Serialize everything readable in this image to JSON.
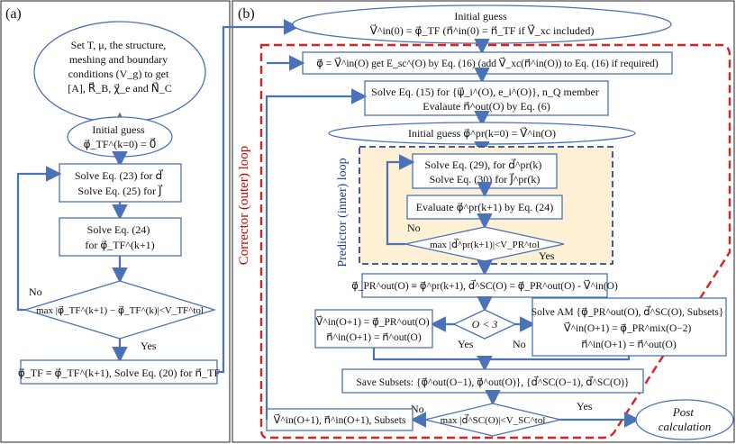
{
  "panel_a": {
    "label": "(a)",
    "setup": [
      "Set T, μ, the structure,",
      "meshing and boundary",
      "conditions (V_g) to get",
      "[A], R⃗_B, χ⃗_e and N⃗_C"
    ],
    "initial_guess": [
      "Initial guess",
      "φ⃗_TF^(k=0) = 0⃗"
    ],
    "solve_23_25": [
      "Solve Eq. (23) for d⃗",
      "Solve Eq. (25) for J⃗"
    ],
    "solve_24": [
      "Solve Eq. (24)",
      "for φ⃗_TF^(k+1)"
    ],
    "converge": "max |φ⃗_TF^(k+1) − φ⃗_TF^(k)|<V_TF^tol",
    "no": "No",
    "yes": "Yes",
    "final": "φ⃗_TF ≡ φ⃗_TF^(k+1), Solve Eq. (20) for n⃗_TF"
  },
  "panel_b": {
    "label": "(b)",
    "initial_guess": [
      "Initial guess",
      "V⃗^in(0) = φ⃗_TF (n⃗^in(0) = n⃗_TF if V⃗_xc included)"
    ],
    "phi_step": "φ⃗ = V⃗^in(O) get E_sc^(O) by Eq. (16)  (add V⃗_xc(n⃗^in(O)) to Eq. (16) if required)",
    "solve_15": [
      "Solve Eq. (15) for {ψ⃗_i^(O), e_i^(O)}, n_Q member",
      "Evalaute n⃗^out(O) by Eq. (6)"
    ],
    "pr_guess": "Initial guess φ⃗^pr(k=0) = V⃗^in(O)",
    "solve_29_30": [
      "Solve Eq. (29), for d⃗^pr(k)",
      "Solve Eq. (30) for J⃗^pr(k)"
    ],
    "evaluate_24": "Evaluate φ⃗^pr(k+1) by Eq. (24)",
    "pr_converge": "max |d⃗^pr(k+1)|<V_PR^tol",
    "no": "No",
    "yes": "Yes",
    "pr_assign": "φ⃗_PR^out(O) ≡ φ⃗^pr(k+1),  d⃗^SC(O) = φ⃗_PR^out(O) - V⃗^in(O)",
    "update_simple": [
      "V⃗^in(O+1) = φ⃗_PR^out(O)",
      "n⃗^in(O+1) = n⃗^out(O)"
    ],
    "cond": "O < 3",
    "yes2": "Yes",
    "no2": "No",
    "solve_am": [
      "Solve AM {φ⃗_PR^out(O), d⃗^SC(O), Subsets}",
      "V⃗^in(O+1) = φ⃗_PR^mix(O−2)",
      "n⃗^in(O+1) = n⃗^out(O)"
    ],
    "save": "Save Subsets: {φ⃗^out(O−1), φ⃗^out(O)}, {d⃗^SC(O−1), d⃗^SC(O)}",
    "sc_converge": "max |d⃗^SC(O)|<V_SC^tol",
    "no3": "No",
    "yes3": "Yes",
    "next": "V⃗^in(O+1), n⃗^in(O+1), Subsets",
    "post": [
      "Post",
      "calculation"
    ],
    "outer_loop": "Corrector (outer) loop",
    "inner_loop": "Predictor (inner) loop"
  },
  "colors": {
    "arrow": "#4a72b8",
    "outer": "#e02020",
    "inner_fill": "#fdf0d5",
    "inner_border": "#2f4b8c"
  }
}
